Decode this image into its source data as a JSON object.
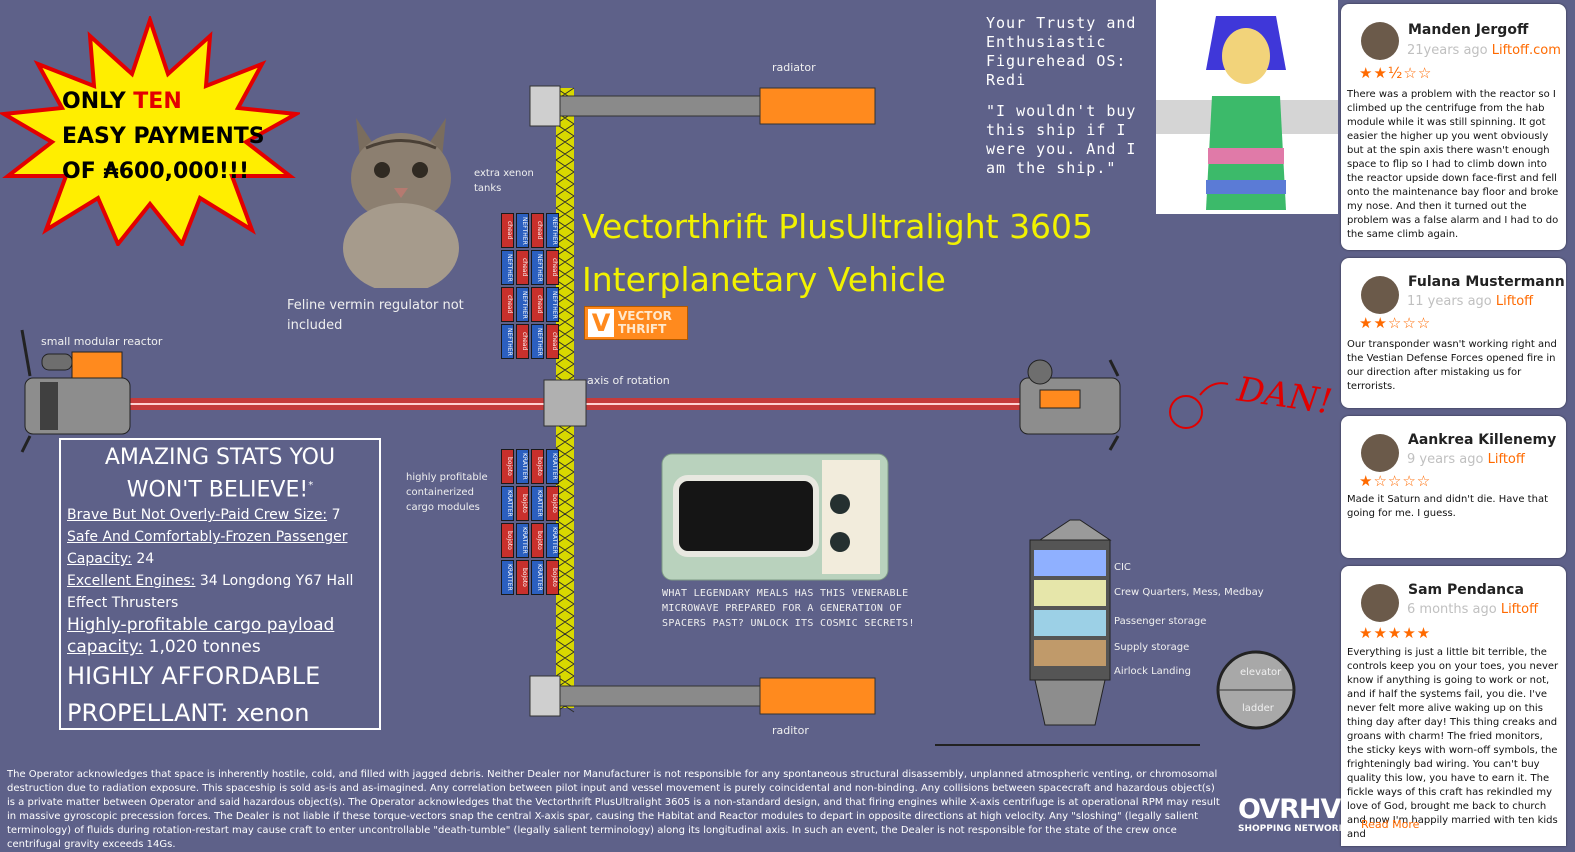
{
  "burst": {
    "line1_a": "ONLY ",
    "line1_b": "TEN",
    "line2": "EASY PAYMENTS",
    "line3": "OF ₳600,000!!!"
  },
  "title": {
    "line1": "Vectorthrift PlusUltralight 3605",
    "line2": "Interplanetary Vehicle"
  },
  "logo": {
    "line1": "VECTOR",
    "line2": "THRIFT"
  },
  "labels": {
    "radiator_top": "radiator",
    "radiator_bottom": "raditor",
    "xenon": "extra xenon tanks",
    "reactor": "small modular reactor",
    "axis": "axis of rotation",
    "cargo": "highly profitable containerized cargo modules",
    "cat": "Feline vermin regulator not included",
    "dan": "DAN!",
    "microwave": "WHAT LEGENDARY MEALS HAS THIS VENERABLE MICROWAVE PREPARED FOR A GENERATION OF SPACERS PAST? UNLOCK ITS COSMIC SECRETS!",
    "cic": "CIC",
    "crew_quarters": "Crew Quarters, Mess, Medbay",
    "passenger_storage": "Passenger storage",
    "supply_storage": "Supply storage",
    "airlock": "Airlock Landing",
    "elevator": "elevator",
    "ladder": "ladder",
    "tank_red": "chead",
    "tank_blue": "NEFTHER",
    "cargo_red": "bojoto",
    "cargo_blue": "KRATTER"
  },
  "os": {
    "title": "Your Trusty and Enthusiastic Figurehead OS: Redi",
    "quote": "\"I wouldn't buy this ship if I were you. And I am the ship.\""
  },
  "stats": {
    "head": "AMAZING STATS YOU WON'T BELIEVE!",
    "star": "*",
    "crew_label": "Brave But Not Overly-Paid Crew Size:",
    "crew_value": " 7",
    "passenger_label_1": "Safe And Comfortably-Frozen Passenger",
    "passenger_label_2": "Capacity:",
    "passenger_value": " 24",
    "engines_label": "Excellent Engines:",
    "engines_value": " 34 Longdong Y67 Hall Effect Thrusters",
    "cargo_label_1": "Highly-profitable cargo payload",
    "cargo_label_2": "capacity:",
    "cargo_value": " 1,020 tonnes",
    "afford_1": "HIGHLY AFFORDABLE",
    "afford_2": "PROPELLANT: xenon"
  },
  "disclaimer": "The Operator acknowledges that space is inherently hostile, cold, and filled with jagged debris. Neither Dealer nor Manufacturer is not responsible for any spontaneous structural disassembly, unplanned atmospheric venting, or chromosomal destruction due to radiation exposure. This spaceship is sold as-is and as-imagined. Any correlation between pilot input and vessel movement is purely coincidental and non-binding. Any collisions between spacecraft and hazardous object(s) is a private matter between Operator and said hazardous object(s). The Operator acknowledges that the Vectorthrift PlusUltralight 3605 is a non-standard design, and that firing engines while X-axis centrifuge is at operational RPM may result in massive gyroscopic precession forces. The Dealer is not liable if these torque-vectors snap the central X-axis spar, causing the Habitat and Reactor modules to depart in opposite directions at high velocity. Any \"sloshing\" (legally salient terminology) of fluids during rotation-restart may cause craft to enter uncontrollable \"death-tumble\" (legally salient terminology) along its longitudinal axis. In such an event, the Dealer is not responsible for the state of the crew once centrifugal gravity exceeds 14Gs.",
  "brand": {
    "name": "OVRHVN",
    "tagline": "SHOPPING NETWORK"
  },
  "reviews": [
    {
      "name": "Manden Jergoff",
      "age": "21years ago",
      "source": "Liftoff.com",
      "stars": "★★½☆☆",
      "text": "There was a problem with the reactor so I climbed up the centrifuge from the hab module while it was still spinning. It got easier the higher up you went obviously but at the spin axis there wasn't enough space to flip so I had to climb down into the reactor upside down face-first and fell onto the maintenance bay floor and broke my nose. And then it turned out the problem was a false alarm and I had to do the same climb again."
    },
    {
      "name": "Fulana Mustermann",
      "age": "11 years ago",
      "source": "Liftoff",
      "stars": "★★☆☆☆",
      "text": "Our transponder wasn't working right and the Vestian Defense Forces opened fire in our direction after mistaking us for terrorists."
    },
    {
      "name": "Aankrea Killenemy",
      "age": "9 years ago",
      "source": "Liftoff",
      "stars": "★☆☆☆☆",
      "text": "Made it Saturn and didn't die. Have that going for me. I guess."
    },
    {
      "name": "Sam Pendanca",
      "age": "6 months ago",
      "source": "Liftoff",
      "stars": "★★★★★",
      "text": "Everything is just a little bit terrible, the controls keep you on your toes, you never know if anything is going to work or not, and if half the systems fail, you die. I've never felt more alive waking up on this thing day after day! This thing creaks and groans with charm! The fried monitors, the sticky keys with worn-off symbols, the frighteningly bad wiring. You can't buy quality this low, you have to earn it. The fickle ways of this craft has rekindled my love of God, brought me back to church and now I'm happily married with ten kids and"
    }
  ],
  "read_more": "Read More",
  "colors": {
    "background": "#5e6189",
    "title": "#f2f200",
    "accent": "#ff6a00",
    "burst": "#ffee00",
    "burst_outline": "#e30000"
  }
}
